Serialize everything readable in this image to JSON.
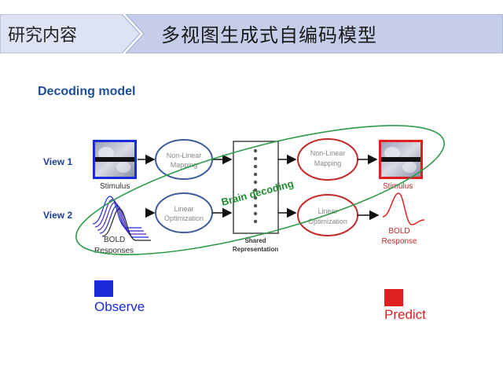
{
  "header": {
    "section_label": "研究内容",
    "slide_title": "多视图生成式自编码模型"
  },
  "diagram": {
    "title": "Decoding model",
    "view1_label": "View 1",
    "view2_label": "View 2",
    "stimulus_in": "Stimulus",
    "bold_in_line1": "BOLD",
    "bold_in_line2": "Responses",
    "nonlinear_in_line1": "Non-Linear",
    "nonlinear_in_line2": "Mapping",
    "linear_in_line1": "Linear",
    "linear_in_line2": "Optimization",
    "shared_line1": "Shared",
    "shared_line2": "Representation",
    "nonlinear_out_line1": "Non-Linear",
    "nonlinear_out_line2": "Mapping",
    "linear_out_line1": "Linear",
    "linear_out_line2": "Optimization",
    "stimulus_out": "Stimulus",
    "bold_out_line1": "BOLD",
    "bold_out_line2": "Response",
    "brain_decoding": "Brain decoding",
    "observe": "Observe",
    "predict": "Predict"
  },
  "colors": {
    "band_light": "#dfe4f3",
    "band_dark": "#bcc6e4",
    "diagram_title": "#1f4e99",
    "view_label": "#1f3f8f",
    "observe_blue": "#1a2bdc",
    "predict_red": "#e02020",
    "ellipse_green": "#2e9a4a",
    "brain_text_green": "#1e8a2e",
    "circle_in": "#3d5d9a",
    "circle_out": "#c42a2a"
  }
}
